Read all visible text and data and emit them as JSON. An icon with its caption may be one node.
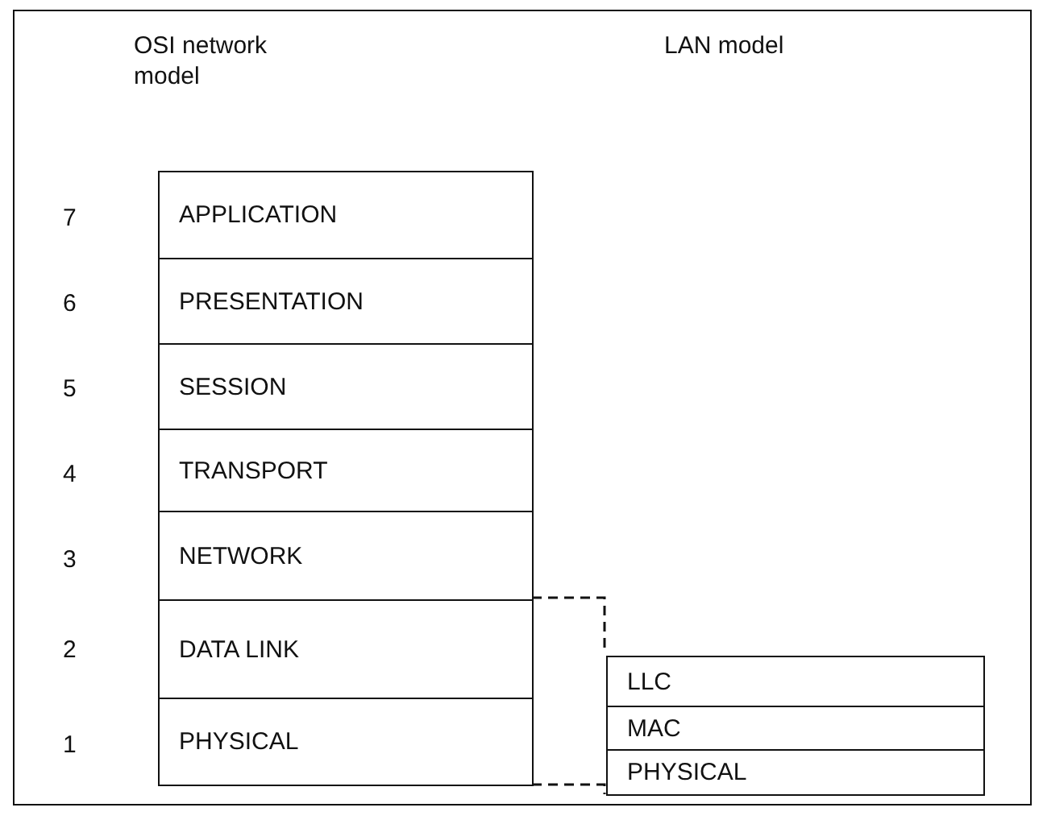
{
  "diagram": {
    "nodes": [
      {
        "text": [
          "APPLICATION"
        ]
      },
      {
        "text": [
          "PRESENTATION"
        ]
      },
      {
        "text": [
          "SESSION"
        ]
      },
      {
        "text": [
          "TRANSPORT"
        ]
      },
      {
        "text": [
          "NETWORK"
        ]
      },
      {
        "text": [
          "DATA LINK"
        ]
      },
      {
        "text": [
          "LLC"
        ]
      },
      {
        "text": [
          "MAC"
        ]
      },
      {
        "text": [
          "PHYSICAL"
        ]
      },
      {
        "text": [
          "PHYSICAL"
        ]
      }
    ],
    "edges": [
      {
        "from": 5,
        "to": 6,
        "arrow": "none",
        "style": "dashed"
      },
      {
        "from": 8,
        "to": 9,
        "arrow": "none",
        "style": "dashed"
      }
    ],
    "labels": [
      "OSI network model",
      "LAN model",
      "7",
      "6",
      "5",
      "4",
      "3",
      "2",
      "1"
    ]
  }
}
